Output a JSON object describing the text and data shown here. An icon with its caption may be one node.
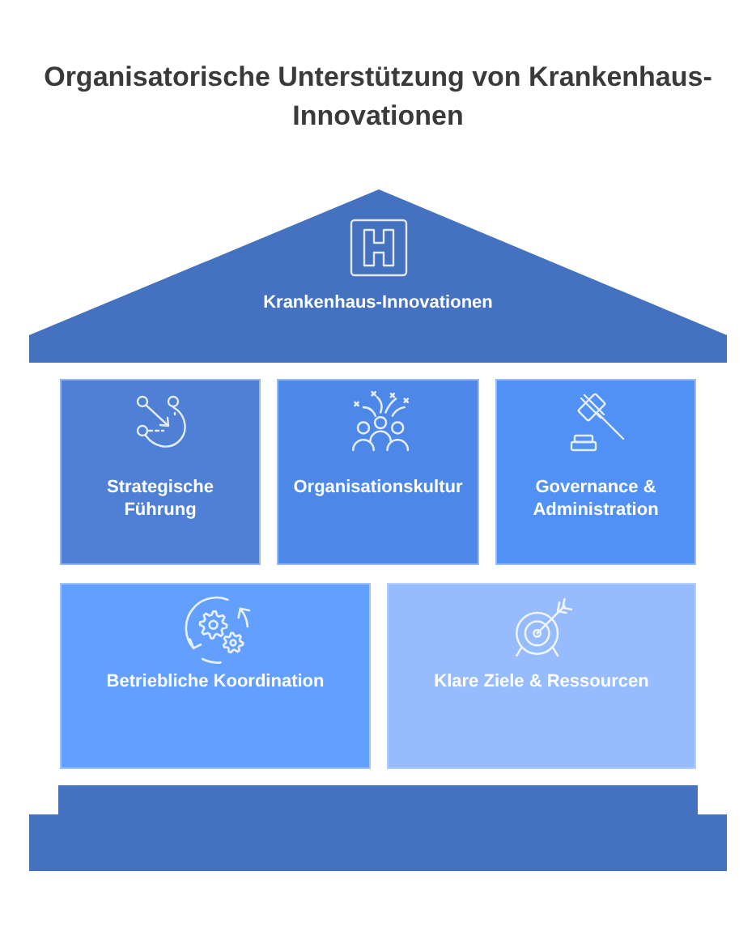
{
  "diagram": {
    "title": "Organisatorische Unterstützung von Krankenhaus-Innovationen",
    "nodes": [
      {
        "text": [
          "Krankenhaus-Innovationen"
        ]
      },
      {
        "text": [
          "Strategische Führung"
        ]
      },
      {
        "text": [
          "Organisationskultur"
        ]
      },
      {
        "text": [
          "Governance & Administration"
        ]
      },
      {
        "text": [
          "Betriebliche Koordination"
        ]
      },
      {
        "text": [
          "Klare Ziele & Ressourcen"
        ]
      },
      {
        "text": [],
        "shape": "box"
      }
    ]
  }
}
